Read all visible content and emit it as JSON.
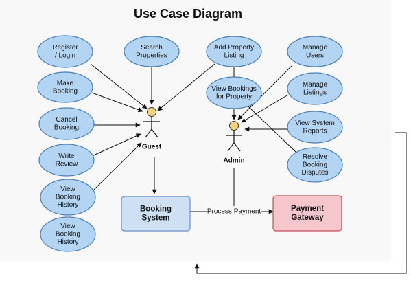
{
  "title": "Use Case Diagram",
  "colors": {
    "usecase_fill": "#b3d4f2",
    "usecase_stroke": "#4a7fb5",
    "booking_fill": "#cfe0f5",
    "booking_stroke": "#6b8fc4",
    "payment_fill": "#f6c6cd",
    "payment_stroke": "#c0505c",
    "actor_head": "#f5d37a"
  },
  "actors": {
    "guest": "Guest",
    "admin": "Admin"
  },
  "use_cases": {
    "register_login": [
      "Register",
      "/ Login"
    ],
    "search_properties": [
      "Search",
      "Properties"
    ],
    "add_property_listing": [
      "Add Property",
      "Listing"
    ],
    "manage_users": [
      "Manage",
      "Users"
    ],
    "make_booking": [
      "Make",
      "Booking"
    ],
    "view_bookings_for_property": [
      "View Bookings",
      "for Property"
    ],
    "manage_listings": [
      "Manage",
      "Listings"
    ],
    "cancel_booking": [
      "Cancel",
      "Booking"
    ],
    "view_system_reports": [
      "View System",
      "Reports"
    ],
    "write_review": [
      "Write",
      "Review"
    ],
    "resolve_booking_disputes": [
      "Resolve",
      "Booking",
      "Disputes"
    ],
    "view_booking_history_1": [
      "View",
      "Booking",
      "History"
    ],
    "view_booking_history_2": [
      "View",
      "Booking",
      "History"
    ]
  },
  "systems": {
    "booking_system": [
      "Booking",
      "System"
    ],
    "payment_gateway": [
      "Payment",
      "Gateway"
    ]
  },
  "edge_labels": {
    "process_payment": "Process Payment"
  }
}
